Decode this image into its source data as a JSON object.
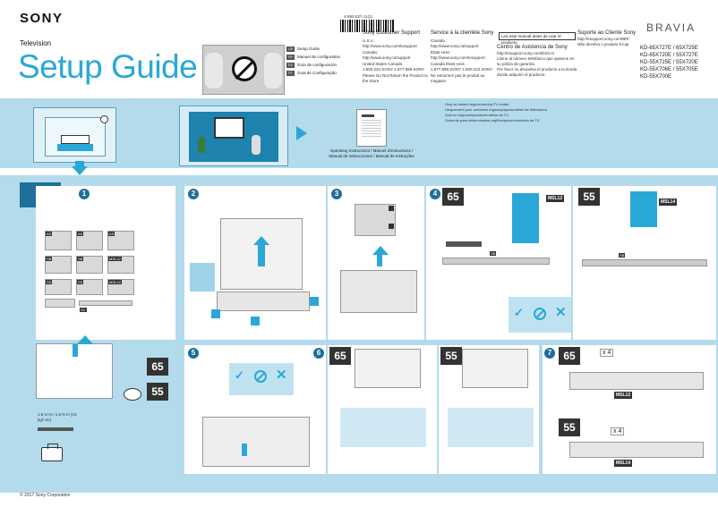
{
  "header": {
    "brand": "SONY",
    "product_type": "Television",
    "title": "Setup Guide",
    "product_line": "BRAVIA",
    "part_number": "4-692-527-11(1)",
    "models": [
      "KD-65X727E / 65X725E",
      "KD-65X720E / 55X727E",
      "KD-55X725E / 55X720E",
      "KD-55X706E / 55X705E",
      "KD-55X700E"
    ],
    "languages": [
      {
        "code": "US",
        "label": "Setup Guide"
      },
      {
        "code": "FR",
        "label": "Manuel de configuration"
      },
      {
        "code": "ES",
        "label": "Guía de configuración"
      },
      {
        "code": "PT",
        "label": "Guia de Configuração"
      }
    ]
  },
  "support": {
    "us": {
      "heading": "Sony Customer Support",
      "lines": [
        "U.S.A.:",
        "http://www.sony.com/tvsupport",
        "Canada:",
        "http://www.sony.ca/support",
        "United States   Canada",
        "1.800.222.SONY   1.877.899.SONY",
        "Please Do Not Return the Product to the Store"
      ]
    },
    "fr": {
      "heading": "Service à la clientèle Sony",
      "lines": [
        "Canada :",
        "http://www.sony.ca/support",
        "États-Unis :",
        "http://www.sony.com/tvsupport",
        "Canada   États-Unis",
        "1.877.899.SONY   1.800.222.SONY",
        "Ne retournez pas le produit au magasin"
      ]
    },
    "warn_box": "Lea este manual antes de usar el producto",
    "es": {
      "heading": "Centro de Asistencia de Sony",
      "lines": [
        "http://esupport.sony.com/ES/LA/",
        "Llame al número telefónico que aparece en su póliza de garantía.",
        "Por favor no devuelva el producto a la tienda donde adquirió el producto."
      ]
    },
    "pt": {
      "heading": "Suporte ao Cliente Sony",
      "lines": [
        "http://esupport.sony.com/BR/",
        "Não devolva o produto à loja"
      ]
    }
  },
  "intro": {
    "manual_caption": "Operating Instructions / Manuel d'instructions / Manual de instrucciones / Manual de Instruções",
    "notes": [
      "Only on limited region/country/TV model.",
      "Uniquement pour certaines régions/pays/modèles de téléviseurs.",
      "Solo en regiones/países/modelos de TV.",
      "Somente para determinadas regiões/países/modelos de TV."
    ]
  },
  "step": {
    "number": "1",
    "substeps": [
      "1",
      "2",
      "3",
      "4",
      "5",
      "6",
      "7"
    ],
    "sizes": {
      "large": "65",
      "small": "55"
    },
    "parts": {
      "accessories": [
        "AS",
        "AS",
        "AS",
        "SB",
        "SB",
        "SS",
        "SS",
        "MSL12",
        "MSL14",
        "SC"
      ],
      "msl12": "MSL12",
      "msl14": "MSL14",
      "sb": "SB",
      "ss": "SS",
      "sc": "SC"
    },
    "cable_caption": "1.5 N·m / 1.5 N·m {15 kgf·cm}",
    "screw_count": "x 4"
  },
  "footer": {
    "copyright": "© 2017 Sony Corporation"
  }
}
